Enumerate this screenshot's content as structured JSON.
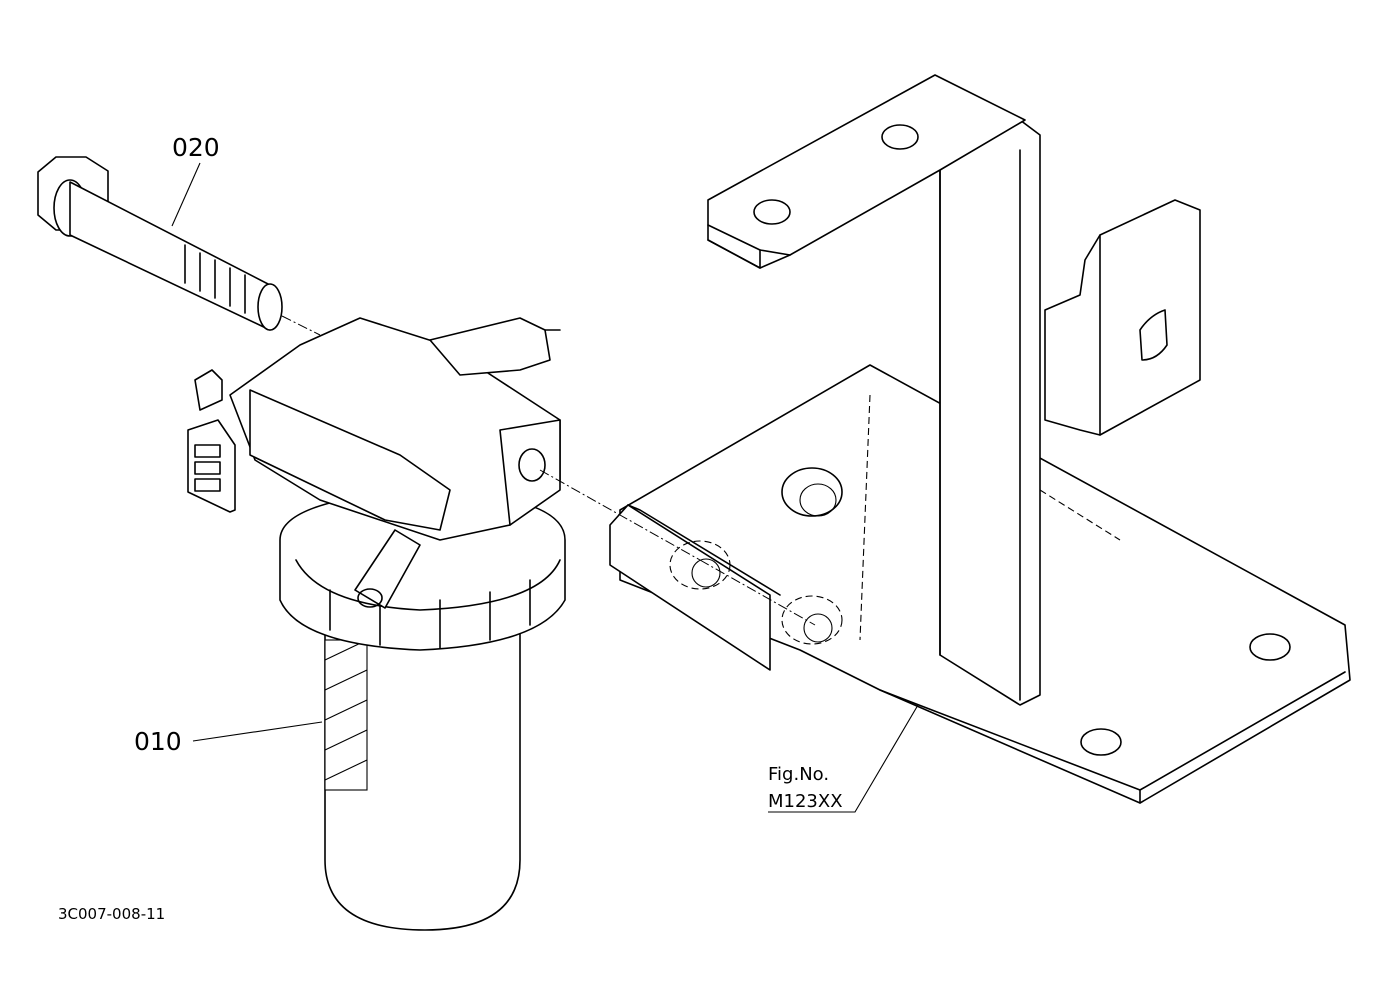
{
  "diagram": {
    "callouts": [
      {
        "id": "bolt",
        "label": "020"
      },
      {
        "id": "filter",
        "label": "010"
      }
    ],
    "figure_ref": {
      "line1": "Fig.No.",
      "line2": "M123XX"
    },
    "drawing_code": "3C007-008-11"
  }
}
